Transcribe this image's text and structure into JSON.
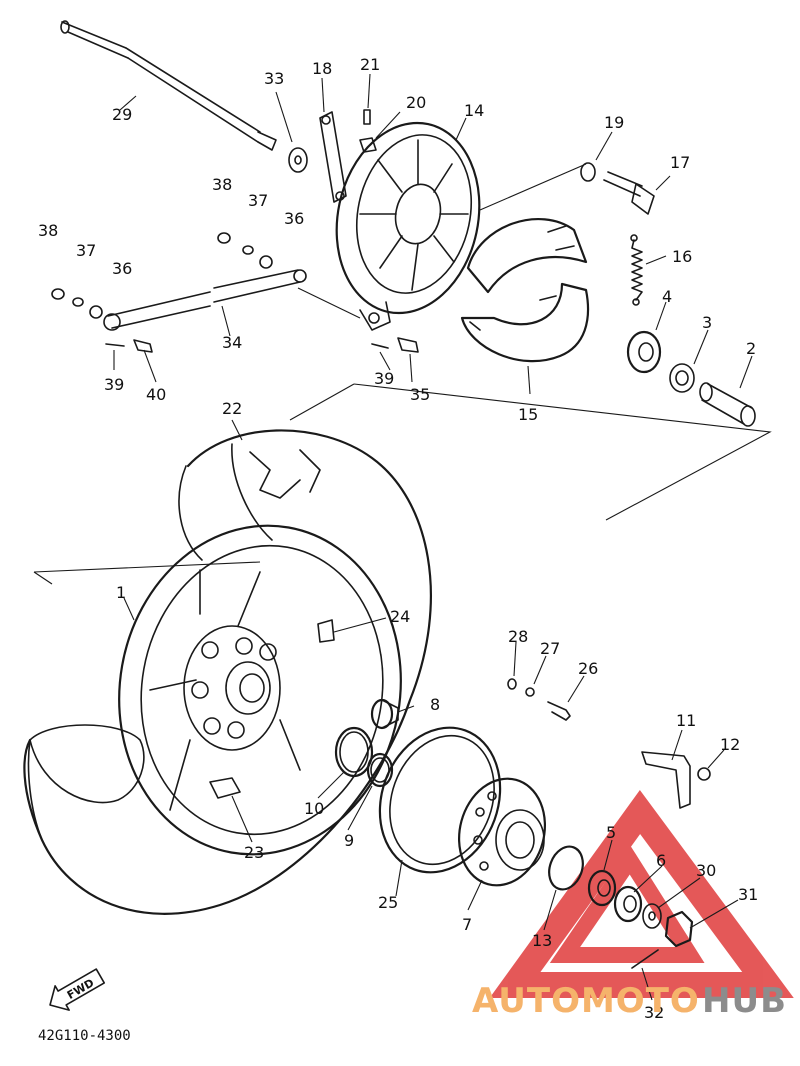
{
  "diagram": {
    "code": "42G110-4300",
    "fwd_label": "FWD",
    "callouts": [
      "1",
      "2",
      "3",
      "4",
      "5",
      "6",
      "7",
      "8",
      "9",
      "10",
      "11",
      "12",
      "13",
      "14",
      "15",
      "16",
      "17",
      "18",
      "19",
      "20",
      "21",
      "22",
      "23",
      "24",
      "25",
      "26",
      "27",
      "28",
      "29",
      "30",
      "31",
      "32",
      "33",
      "34",
      "35",
      "36",
      "36",
      "37",
      "37",
      "38",
      "38",
      "39",
      "39",
      "40"
    ]
  },
  "watermark": {
    "brand_a": "AUTOMOTO",
    "brand_b": "HUB",
    "color_a": "#f5b36b",
    "color_b": "#8c8c8c",
    "triangle_color": "#e03c3c"
  }
}
